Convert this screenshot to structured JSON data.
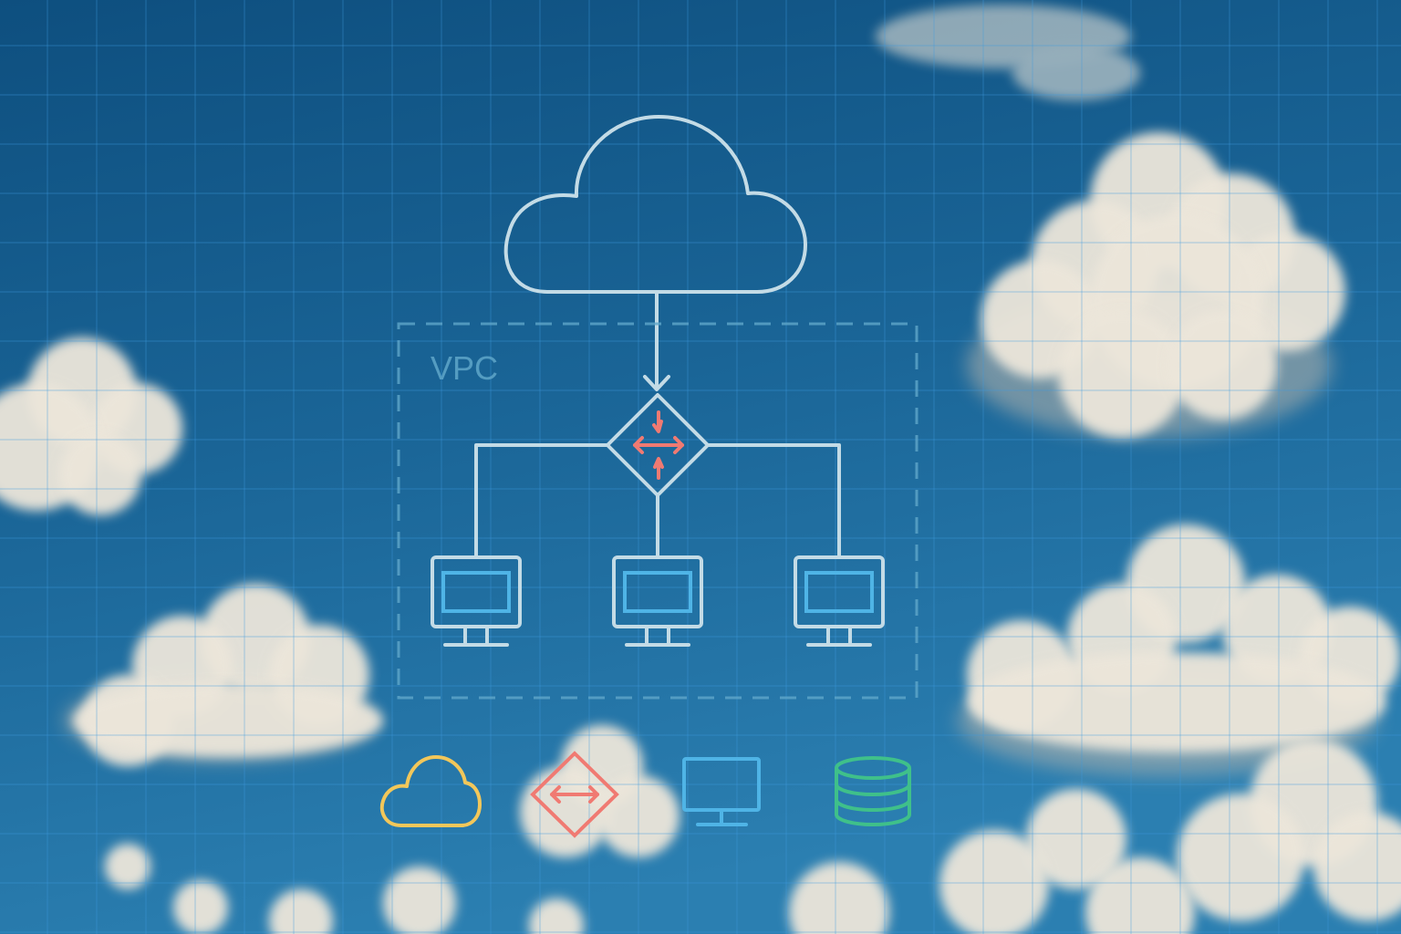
{
  "diagram": {
    "vpc_label": "VPC",
    "nodes": [
      "internet-cloud",
      "router",
      "instance-1",
      "instance-2",
      "instance-3"
    ],
    "edges": [
      [
        "internet-cloud",
        "router"
      ],
      [
        "router",
        "instance-1"
      ],
      [
        "router",
        "instance-2"
      ],
      [
        "router",
        "instance-3"
      ]
    ]
  },
  "legend": {
    "icons": [
      "cloud-icon",
      "router-icon",
      "monitor-icon",
      "database-icon"
    ]
  },
  "colors": {
    "sky": "#1a5f8f",
    "line": "#c3dbe6",
    "router_accent": "#f07a72",
    "screen": "#4fb4e6",
    "legend_cloud": "#f2c75a",
    "legend_router": "#f07a72",
    "legend_monitor": "#4fb4e6",
    "legend_database": "#3fc08a"
  }
}
